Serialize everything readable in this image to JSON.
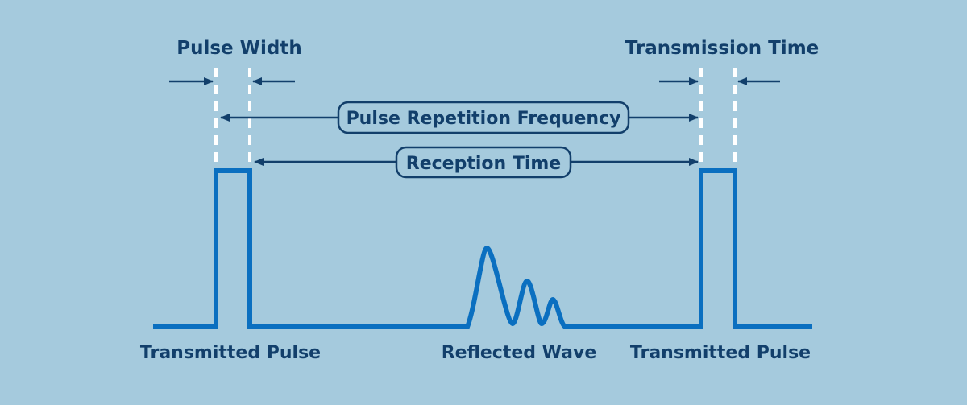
{
  "labels": {
    "pulse_width": "Pulse Width",
    "transmission_time": "Transmission Time",
    "pulse_repetition_frequency": "Pulse Repetition Frequency",
    "reception_time": "Reception Time",
    "transmitted_pulse_left": "Transmitted Pulse",
    "reflected_wave": "Reflected Wave",
    "transmitted_pulse_right": "Transmitted Pulse"
  },
  "colors": {
    "background": "#a5cadd",
    "signal": "#0a6fc0",
    "text": "#123f6b",
    "dashed_guides": "#ffffff"
  }
}
